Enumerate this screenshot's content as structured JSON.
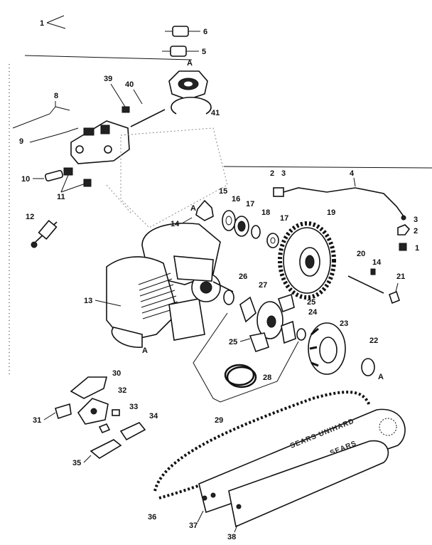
{
  "callouts": {
    "c1_top": "1",
    "c6": "6",
    "c5": "5",
    "cA_top": "A",
    "c8": "8",
    "c39": "39",
    "c40": "40",
    "c41": "41",
    "c9": "9",
    "c10": "10",
    "c11": "11",
    "c12": "12",
    "c2a": "2",
    "c3a": "3",
    "c4": "4",
    "c15": "15",
    "c16": "16",
    "c17a": "17",
    "c18": "18",
    "c17b": "17",
    "c19": "19",
    "c14a": "14",
    "cA_mid": "A",
    "c3b": "3",
    "c2b": "2",
    "c1b": "1",
    "c20": "20",
    "c14b": "14",
    "c21": "21",
    "c13": "13",
    "c26": "26",
    "c27": "27",
    "c25a": "25",
    "c24": "24",
    "c25b": "25",
    "c23": "23",
    "c22": "22",
    "c28": "28",
    "cA_low": "A",
    "c29": "29",
    "c30": "30",
    "c32": "32",
    "c31": "31",
    "c33": "33",
    "c34": "34",
    "c35": "35",
    "c36": "36",
    "c37": "37",
    "c38": "38"
  },
  "bar_text": {
    "bar_front": "SEARS UNIHARD",
    "bar_back": "SEARS"
  }
}
